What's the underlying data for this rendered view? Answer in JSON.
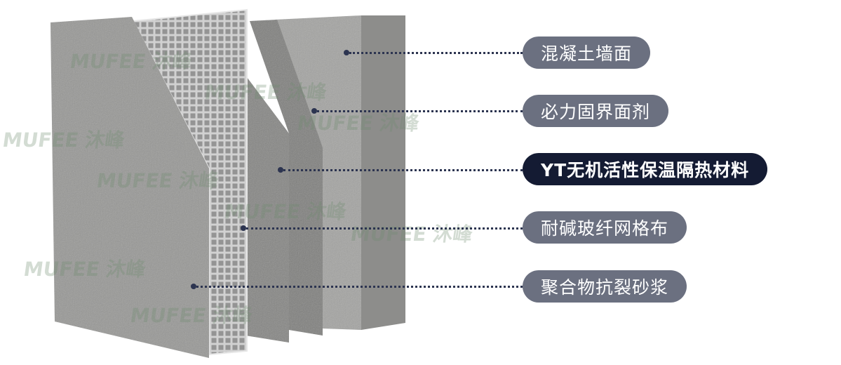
{
  "layers": [
    {
      "label": "混凝土墙面",
      "highlight": false
    },
    {
      "label": "必力固界面剂",
      "highlight": false
    },
    {
      "label": "YT无机活性保温隔热材料",
      "highlight": true
    },
    {
      "label": "耐碱玻纤网格布",
      "highlight": false
    },
    {
      "label": "聚合物抗裂砂浆",
      "highlight": false
    }
  ],
  "watermark": "MUFEE 沐峰",
  "colors": {
    "pill": "#6b7080",
    "pill_highlight": "#141b33",
    "leader": "#2c3450",
    "concrete": "#9a9a98",
    "mesh": "#ffffff"
  }
}
